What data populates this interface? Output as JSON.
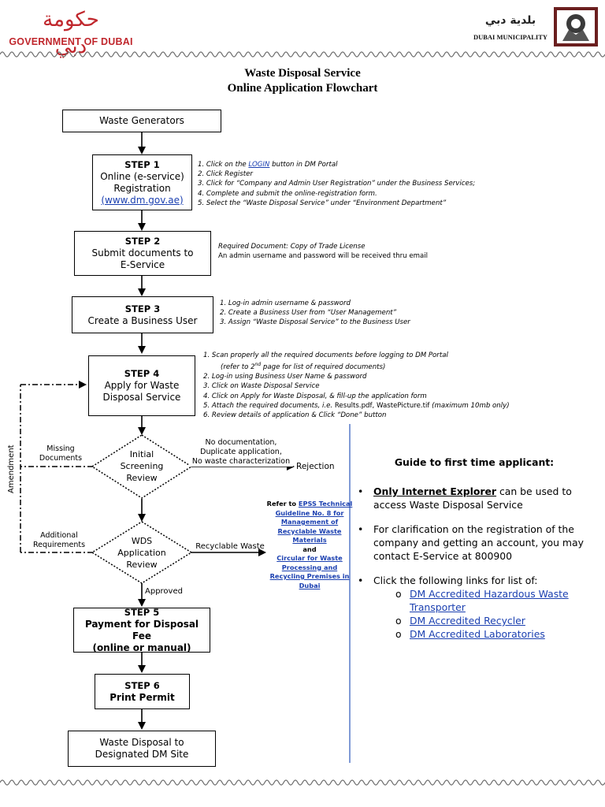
{
  "header": {
    "left_logo_arabic": "حكومة دبي",
    "left_logo_text": "GOVERNMENT OF DUBAI",
    "right_logo_arabic": "بلدية دبي",
    "right_logo_text": "DUBAI MUNICIPALITY"
  },
  "title": {
    "line1": "Waste Disposal Service",
    "line2": "Online Application Flowchart"
  },
  "flow": {
    "waste_generators": "Waste Generators",
    "step1": {
      "label": "STEP 1",
      "line1": "Online (e-service)",
      "line2": "Registration",
      "link": "(www.dm.gov.ae)"
    },
    "step1_notes": {
      "n1_pre": "1. Click on the ",
      "n1_link": "LOGIN",
      "n1_post": " button in DM Portal",
      "n2": "2. Click Register",
      "n3": "3. Click for “Company and Admin User Registration” under the Business Services;",
      "n4": "4. Complete and submit the online-registration form.",
      "n5": "5. Select the “Waste Disposal Service” under “Environment Department”"
    },
    "step2": {
      "label": "STEP 2",
      "line1": "Submit documents to",
      "line2": "E-Service"
    },
    "step2_notes": {
      "n1": "Required Document: Copy of Trade License",
      "n2": "An admin username and password will be received thru email"
    },
    "step3": {
      "label": "STEP 3",
      "line1": "Create a Business User"
    },
    "step3_notes": {
      "n1": "1. Log-in admin username & password",
      "n2": "2. Create a Business User from “User Management”",
      "n3": "3. Assign “Waste Disposal Service” to the Business User"
    },
    "step4": {
      "label": "STEP 4",
      "line1": "Apply for Waste",
      "line2": "Disposal Service"
    },
    "step4_notes": {
      "n1": "1. Scan properly all the required documents before logging to DM Portal",
      "n1b_pre": "(refer to 2",
      "n1b_sup": "nd",
      "n1b_post": " page  for list of required documents)",
      "n2": "2. Log-in using Business User Name & password",
      "n3": "3. Click on Waste Disposal Service",
      "n4": "4. Click on Apply for Waste Disposal, & fill-up the application form",
      "n5_pre": "5. Attach the required documents, i.e. ",
      "n5_mid": "Results.pdf, WastePicture.tif",
      "n5_post": " (maximum 10mb only)",
      "n6": "6.  Review details of application & Click “Done” button"
    },
    "decision1": {
      "line1": "Initial",
      "line2": "Screening",
      "line3": "Review"
    },
    "decision1_right": {
      "line1": "No documentation,",
      "line2": "Duplicate application,",
      "line3": "No waste characterization"
    },
    "rejection": "Rejection",
    "missing_docs": {
      "line1": "Missing",
      "line2": "Documents"
    },
    "amendment": "Amendment",
    "decision2": {
      "line1": "WDS",
      "line2": "Application",
      "line3": "Review"
    },
    "additional_req": {
      "line1": "Additional",
      "line2": "Requirements"
    },
    "recyclable": "Recyclable Waste",
    "approved": "Approved",
    "step5": {
      "label": "STEP 5",
      "line1": "Payment for Disposal Fee",
      "line2": "(online or manual)"
    },
    "step6": {
      "label": "STEP 6",
      "line1": "Print Permit"
    },
    "final": {
      "line1": "Waste Disposal to",
      "line2": "Designated  DM Site"
    }
  },
  "refer": {
    "pre": "Refer to ",
    "link1": "EPSS Technical Guideline No. 8 for Management of Recyclable Waste Materials",
    "and": "and",
    "link2": "Circular for Waste Processing and Recycling Premises in Dubai"
  },
  "guide": {
    "title": "Guide to first time applicant:",
    "b1_bold": "Only Internet Explorer",
    "b1_rest": " can be used to access Waste Disposal Service",
    "b2": "For clarification on the registration of the company and getting an account, you may contact E-Service at 800900",
    "b3": "Click the following links for list of:",
    "links": [
      "DM Accredited Hazardous Waste Transporter",
      "DM Accredited Recycler",
      "DM Accredited Laboratories"
    ]
  },
  "colors": {
    "accent_red": "#c0272d",
    "link_blue": "#1a3fb0",
    "divider_blue": "#4a6fc4"
  }
}
